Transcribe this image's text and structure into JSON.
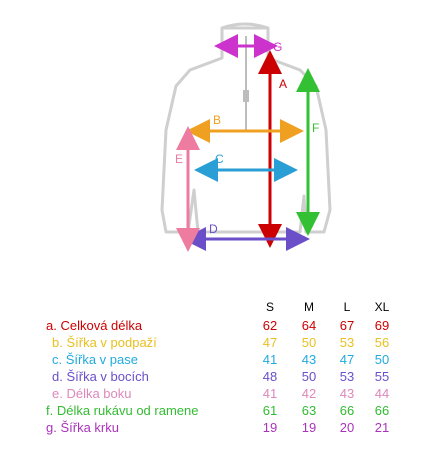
{
  "diagram": {
    "letters": {
      "a": "A",
      "b": "B",
      "c": "C",
      "d": "D",
      "e": "E",
      "f": "F",
      "g": "G"
    },
    "colors": {
      "a": "#cc0000",
      "b": "#f0a020",
      "c": "#2a9fd6",
      "d": "#6a4fc9",
      "e": "#ee7ba0",
      "f": "#33c033",
      "g": "#cc33cc",
      "garment": "#d8d8d8"
    }
  },
  "table": {
    "headers": [
      "S",
      "M",
      "L",
      "XL"
    ],
    "rows": [
      {
        "label": "a. Celková délka",
        "color": "#cc0000",
        "values": [
          "62",
          "64",
          "67",
          "69"
        ]
      },
      {
        "label": "b. Šířka v podpaží",
        "color": "#e8c020",
        "values": [
          "47",
          "50",
          "53",
          "56"
        ]
      },
      {
        "label": "c. Šířka v pase",
        "color": "#22aadd",
        "values": [
          "41",
          "43",
          "47",
          "50"
        ]
      },
      {
        "label": "d. Šířka v bocích",
        "color": "#6a4fc9",
        "values": [
          "48",
          "50",
          "53",
          "55"
        ]
      },
      {
        "label": "e. Délka boku",
        "color": "#dd88bb",
        "values": [
          "41",
          "42",
          "43",
          "44"
        ]
      },
      {
        "label": "f. Délka rukávu od ramene",
        "color": "#33bb33",
        "values": [
          "61",
          "63",
          "66",
          "66"
        ]
      },
      {
        "label": "g. Šířka krku",
        "color": "#aa33bb",
        "values": [
          "19",
          "19",
          "20",
          "21"
        ]
      }
    ]
  }
}
